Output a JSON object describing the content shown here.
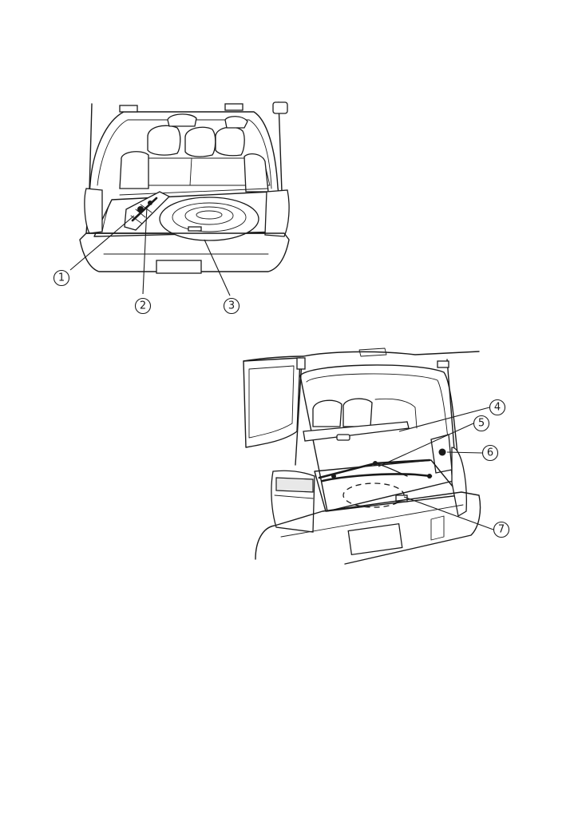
{
  "figure_top": {
    "callouts": [
      {
        "label": "1"
      },
      {
        "label": "2"
      },
      {
        "label": "3"
      }
    ]
  },
  "figure_bottom": {
    "callouts": [
      {
        "label": "4"
      },
      {
        "label": "5"
      },
      {
        "label": "6"
      },
      {
        "label": "7"
      }
    ]
  }
}
